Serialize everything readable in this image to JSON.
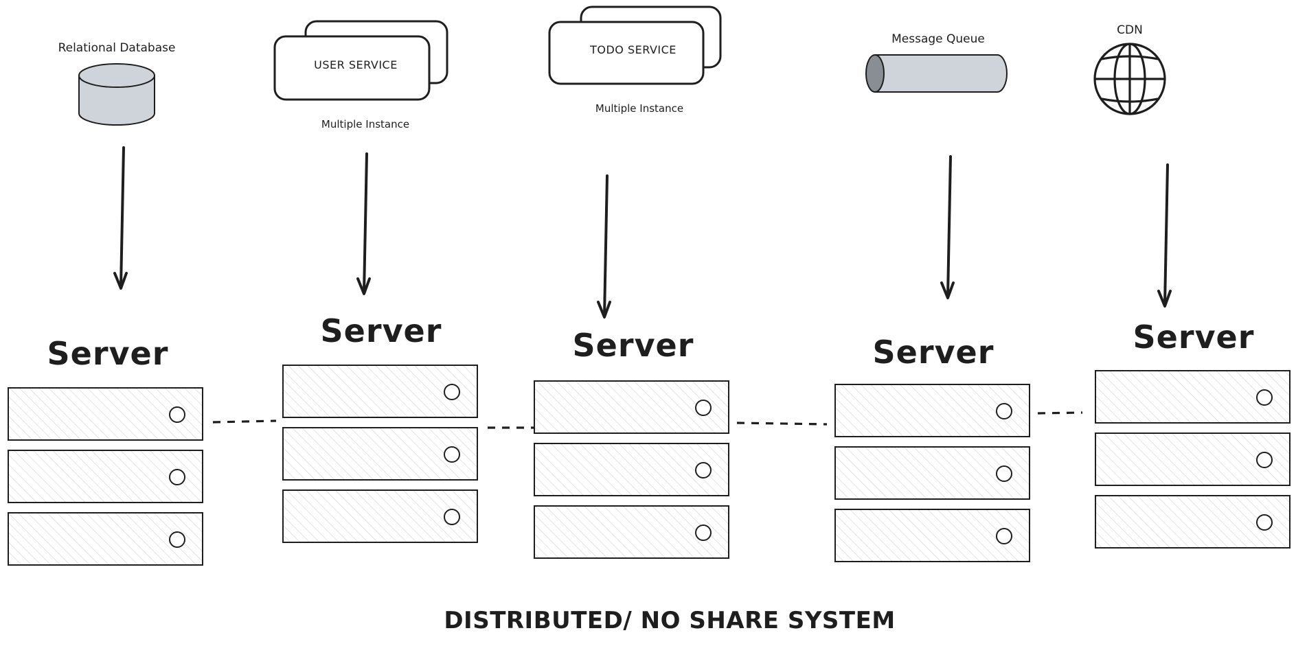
{
  "diagram": {
    "title": "DISTRIBUTED/ NO SHARE SYSTEM",
    "components": [
      {
        "label": "Relational Database",
        "icon": "database-cylinder-icon"
      },
      {
        "label": "USER SERVICE",
        "note": "Multiple Instance",
        "icon": "service-stack-icon"
      },
      {
        "label": "TODO SERVICE",
        "note": "Multiple Instance",
        "icon": "service-stack-icon"
      },
      {
        "label": "Message Queue",
        "icon": "queue-pipe-icon"
      },
      {
        "label": "CDN",
        "icon": "globe-icon"
      }
    ],
    "servers": [
      {
        "label": "Server",
        "units": 3
      },
      {
        "label": "Server",
        "units": 3
      },
      {
        "label": "Server",
        "units": 3
      },
      {
        "label": "Server",
        "units": 3
      },
      {
        "label": "Server",
        "units": 3
      }
    ],
    "colors": {
      "stroke": "#1e1e1e",
      "fill_gray": "#ced4da",
      "hatch": "#c9c9c9",
      "background": "#ffffff"
    }
  }
}
